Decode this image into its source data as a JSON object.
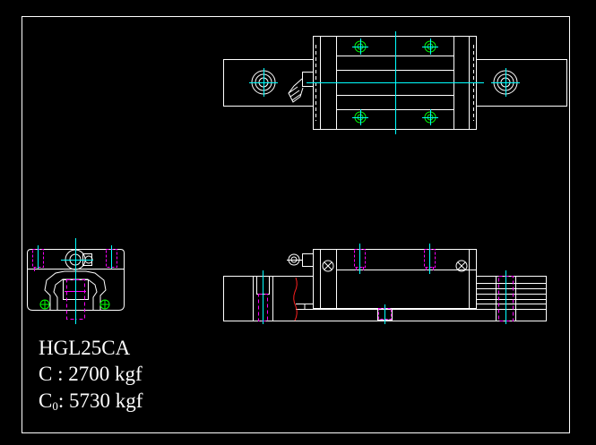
{
  "model": "HGL25CA",
  "dynamic_load": {
    "symbol": "C",
    "separator": " : ",
    "value": "2700 kgf"
  },
  "static_load": {
    "symbol": "C",
    "subscript": "0",
    "separator": ": ",
    "value": "5730 kgf"
  },
  "colors": {
    "background": "#000000",
    "lines": "#ffffff",
    "centerlines": "#00ffff",
    "bolts": "#00ff00",
    "hidden_holes": "#ff00ff",
    "section_cut": "#ff2020"
  }
}
